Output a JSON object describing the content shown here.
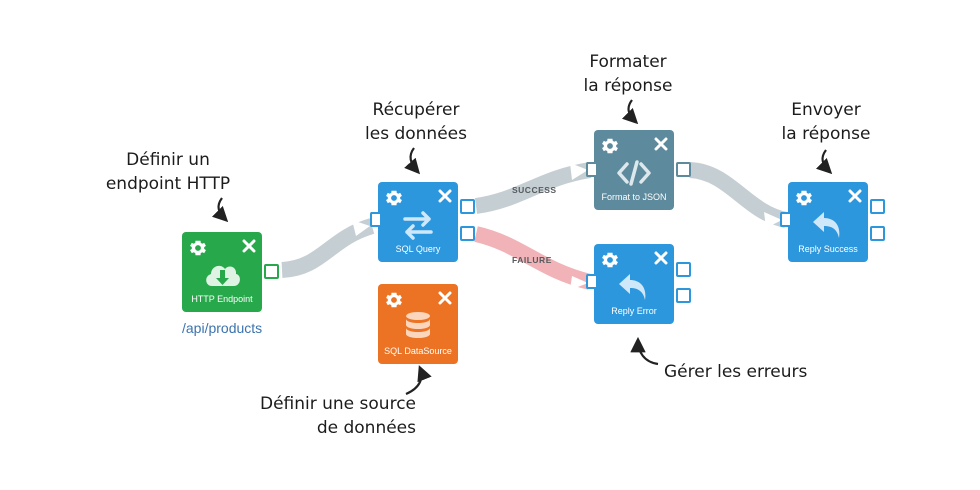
{
  "colors": {
    "green_node": "#27a84b",
    "blue_node": "#2d97de",
    "teal_node": "#5d8a9c",
    "orange_node": "#ec7324",
    "success_path": "#c5ced2",
    "failure_path": "#f1b3b7",
    "path_link": "#3b73b0",
    "annotation_text": "#1c1c1c"
  },
  "nodes": {
    "http_endpoint": {
      "label": "HTTP Endpoint",
      "icon": "cloud-download-icon",
      "path": "/api/products"
    },
    "sql_query": {
      "label": "SQL Query",
      "icon": "swap-arrows-icon"
    },
    "sql_datasource": {
      "label": "SQL DataSource",
      "icon": "database-icon"
    },
    "format_to_json": {
      "label": "Format to JSON",
      "icon": "code-brackets-icon"
    },
    "reply_error": {
      "label": "Reply Error",
      "icon": "reply-arrow-icon"
    },
    "reply_success": {
      "label": "Reply Success",
      "icon": "reply-arrow-icon"
    }
  },
  "edges": {
    "success_label": "SUCCESS",
    "failure_label": "FAILURE"
  },
  "annotations": {
    "define_endpoint": [
      "Définir un",
      "endpoint HTTP"
    ],
    "fetch_data": [
      "Récupérer",
      "les données"
    ],
    "format_response": [
      "Formater",
      "la réponse"
    ],
    "send_response": [
      "Envoyer",
      "la réponse"
    ],
    "define_datasource": [
      "Définir une source",
      "de données"
    ],
    "handle_errors": [
      "Gérer les erreurs"
    ]
  }
}
